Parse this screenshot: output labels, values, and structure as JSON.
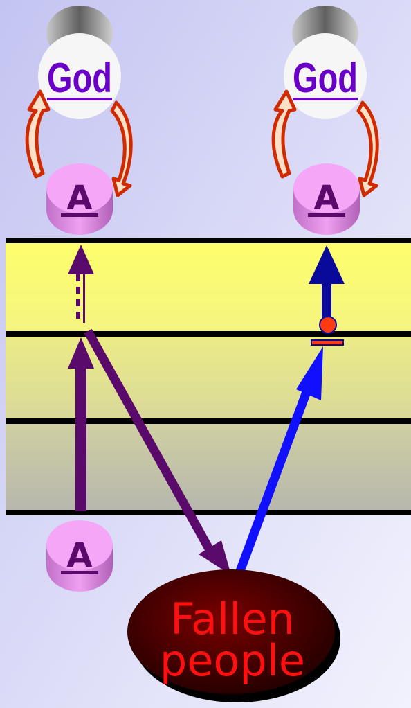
{
  "nodes": {
    "god_left_label": "God",
    "god_right_label": "God",
    "adam_top_left_label": "A",
    "adam_top_right_label": "A",
    "adam_bottom_label": "A",
    "fallen_line1": "Fallen",
    "fallen_line2": "people"
  },
  "colors": {
    "background_top": "#c8c8f4",
    "background_bottom": "#eeeefc",
    "band_yellow": "#fefe70",
    "band_olive": "#e6e690",
    "band_gray": "#bfbfae",
    "god_text": "#6a00c8",
    "adam_fill": "#f4a0f4",
    "purple_arrow": "#5a0a6a",
    "blue_arrow": "#1010ff",
    "navy_arrow": "#0a0a9a",
    "cycle_arrow": "#d02a00",
    "fallen_fill": "#300000",
    "fallen_text": "#ff1010",
    "dot": "#ff3a10"
  }
}
